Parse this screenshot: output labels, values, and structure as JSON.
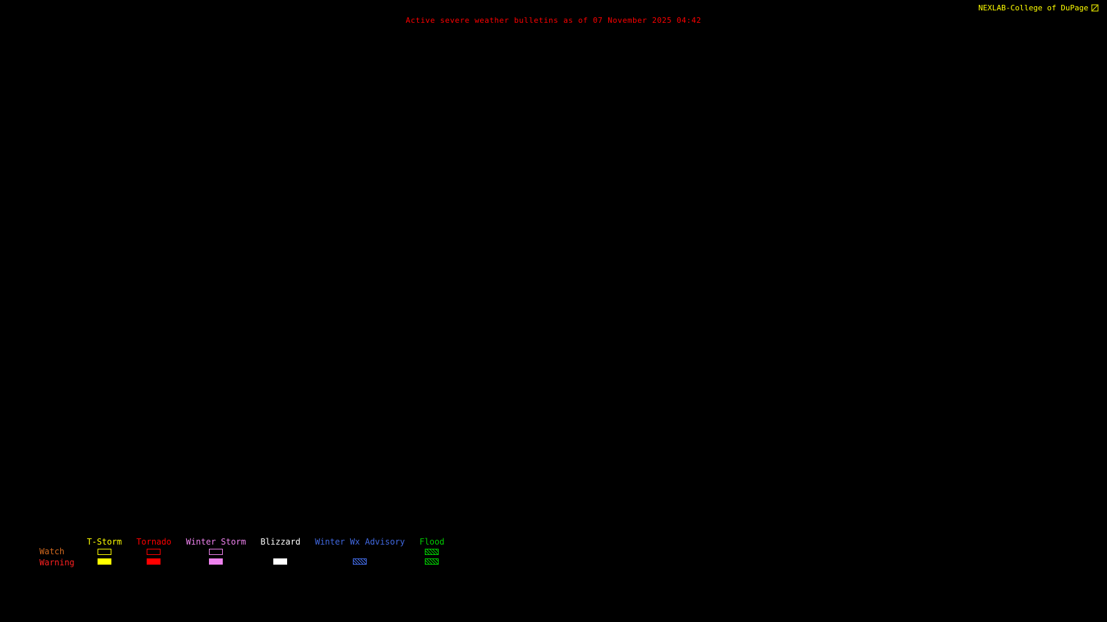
{
  "header": {
    "brand": "NEXLAB-College of DuPage",
    "brand_color": "#FFFF00",
    "title": "Active severe weather bulletins as of 07 November 2025 04:42",
    "title_color": "#FF0000"
  },
  "map": {
    "background": "#000000",
    "active_bulletins_drawn": "none visible"
  },
  "legend": {
    "watch_label": "Watch",
    "watch_color": "#D2691E",
    "warning_label": "Warning",
    "warning_color": "#FF2020",
    "columns": [
      {
        "label": "T-Storm",
        "color": "#FFFF00",
        "watch": "outline",
        "warning": "solid"
      },
      {
        "label": "Tornado",
        "color": "#FF0000",
        "watch": "outline",
        "warning": "solid"
      },
      {
        "label": "Winter Storm",
        "color": "#EE82EE",
        "watch": "outline",
        "warning": "solid"
      },
      {
        "label": "Blizzard",
        "color": "#FFFFFF",
        "watch": "none",
        "warning": "solid"
      },
      {
        "label": "Winter Wx Advisory",
        "color": "#4169E1",
        "watch": "none",
        "warning": "hatch"
      },
      {
        "label": "Flood",
        "color": "#00CC00",
        "watch": "hatch",
        "warning": "hatch"
      }
    ]
  }
}
